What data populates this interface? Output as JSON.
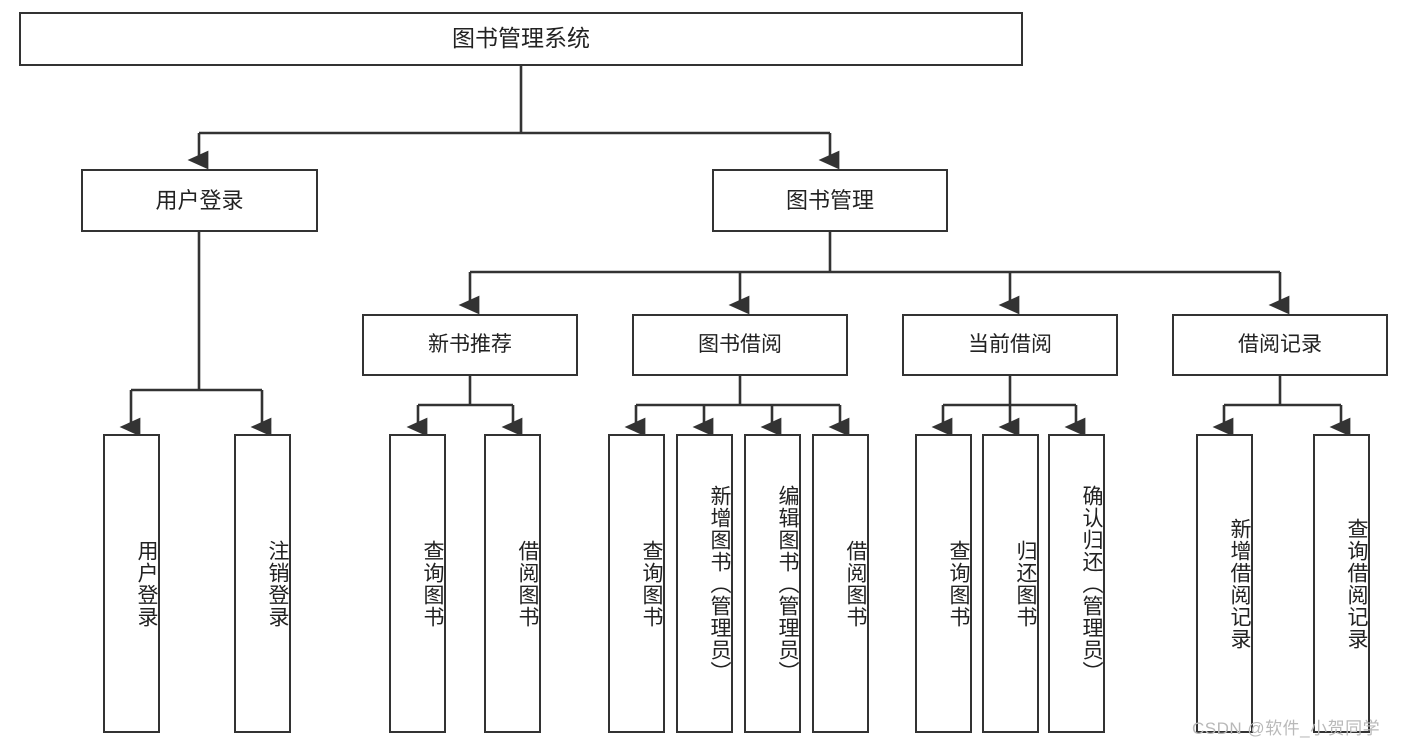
{
  "diagram": {
    "type": "tree-hierarchy",
    "title": "图书管理系统",
    "root": {
      "label": "图书管理系统"
    },
    "level2": [
      {
        "id": "user-login",
        "label": "用户登录"
      },
      {
        "id": "book-manage",
        "label": "图书管理"
      }
    ],
    "level3": [
      {
        "id": "new-book-recommend",
        "label": "新书推荐"
      },
      {
        "id": "book-borrow",
        "label": "图书借阅"
      },
      {
        "id": "current-borrow",
        "label": "当前借阅"
      },
      {
        "id": "borrow-record",
        "label": "借阅记录"
      }
    ],
    "leaves": {
      "user_login": [
        {
          "id": "leaf-user-login",
          "label": "用户登录"
        },
        {
          "id": "leaf-logout-login",
          "label": "注销登录"
        }
      ],
      "new_book_recommend": [
        {
          "id": "leaf-query-book-1",
          "label": "查询图书"
        },
        {
          "id": "leaf-borrow-book-1",
          "label": "借阅图书"
        }
      ],
      "book_borrow": [
        {
          "id": "leaf-query-book-2",
          "label": "查询图书"
        },
        {
          "id": "leaf-add-book",
          "label": "新增图书（管理员）"
        },
        {
          "id": "leaf-edit-book",
          "label": "编辑图书（管理员）"
        },
        {
          "id": "leaf-borrow-book-2",
          "label": "借阅图书"
        }
      ],
      "current_borrow": [
        {
          "id": "leaf-query-book-3",
          "label": "查询图书"
        },
        {
          "id": "leaf-return-book",
          "label": "归还图书"
        },
        {
          "id": "leaf-confirm-return",
          "label": "确认归还（管理员）"
        }
      ],
      "borrow_record": [
        {
          "id": "leaf-add-record",
          "label": "新增借阅记录"
        },
        {
          "id": "leaf-query-record",
          "label": "查询借阅记录"
        }
      ]
    }
  },
  "watermark": {
    "text": "CSDN @软件_小贺同学"
  },
  "colors": {
    "border": "#333333",
    "background": "#ffffff",
    "text": "#222222",
    "watermark": "#b9b9b9"
  }
}
